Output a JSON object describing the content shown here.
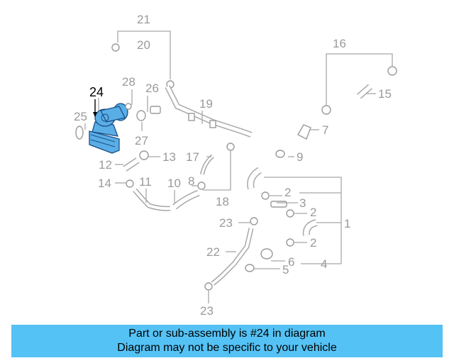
{
  "diagram": {
    "highlight_color": "#5aaee6",
    "callouts": {
      "c21": "21",
      "c20": "20",
      "c28": "28",
      "c26": "26",
      "c24": "24",
      "c25": "25",
      "c27": "27",
      "c19": "19",
      "c16": "16",
      "c15": "15",
      "c7": "7",
      "c9": "9",
      "c13": "13",
      "c12": "12",
      "c17": "17",
      "c14": "14",
      "c11": "11",
      "c10": "10",
      "c8": "8",
      "c18": "18",
      "c2a": "2",
      "c3": "3",
      "c2b": "2",
      "c1": "1",
      "c23a": "23",
      "c2c": "2",
      "c22": "22",
      "c6": "6",
      "c4": "4",
      "c5": "5",
      "c23b": "23"
    }
  },
  "banner": {
    "color": "#55c2f5",
    "line1": "Part or sub-assembly is #24 in diagram",
    "line2": "Diagram may not be specific to your vehicle"
  }
}
